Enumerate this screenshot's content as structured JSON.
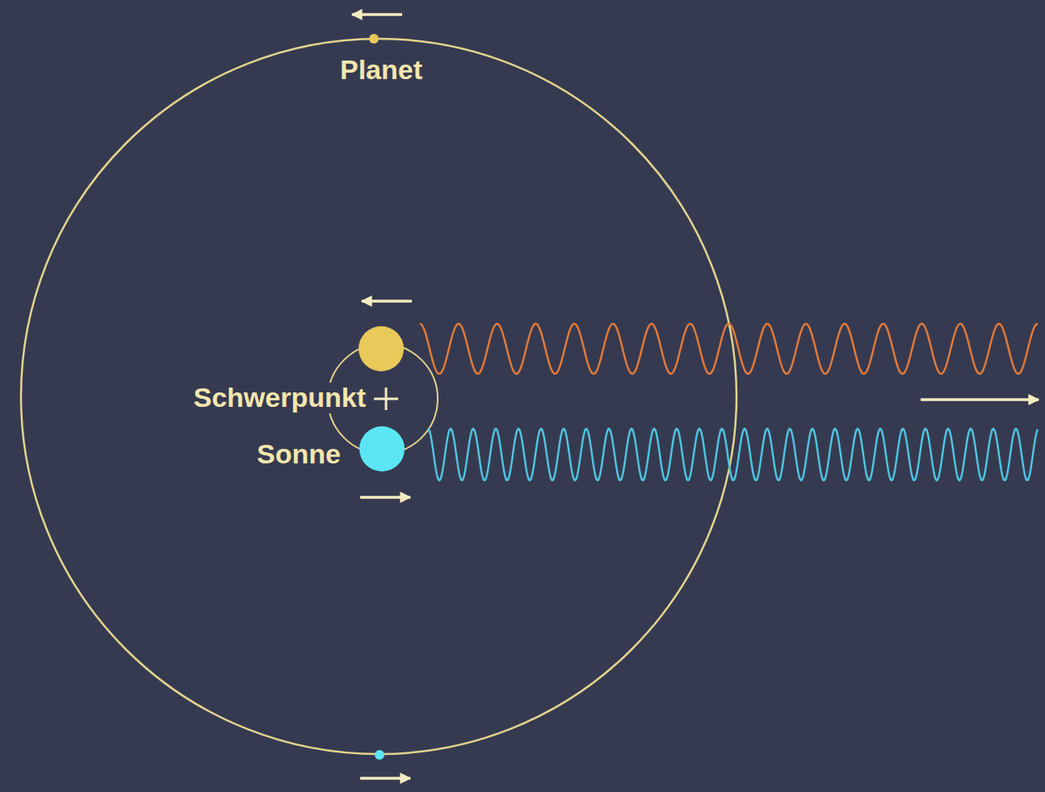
{
  "diagram": {
    "labels": [
      "Planet",
      "Schwerpunkt",
      "Sonne"
    ]
  }
}
